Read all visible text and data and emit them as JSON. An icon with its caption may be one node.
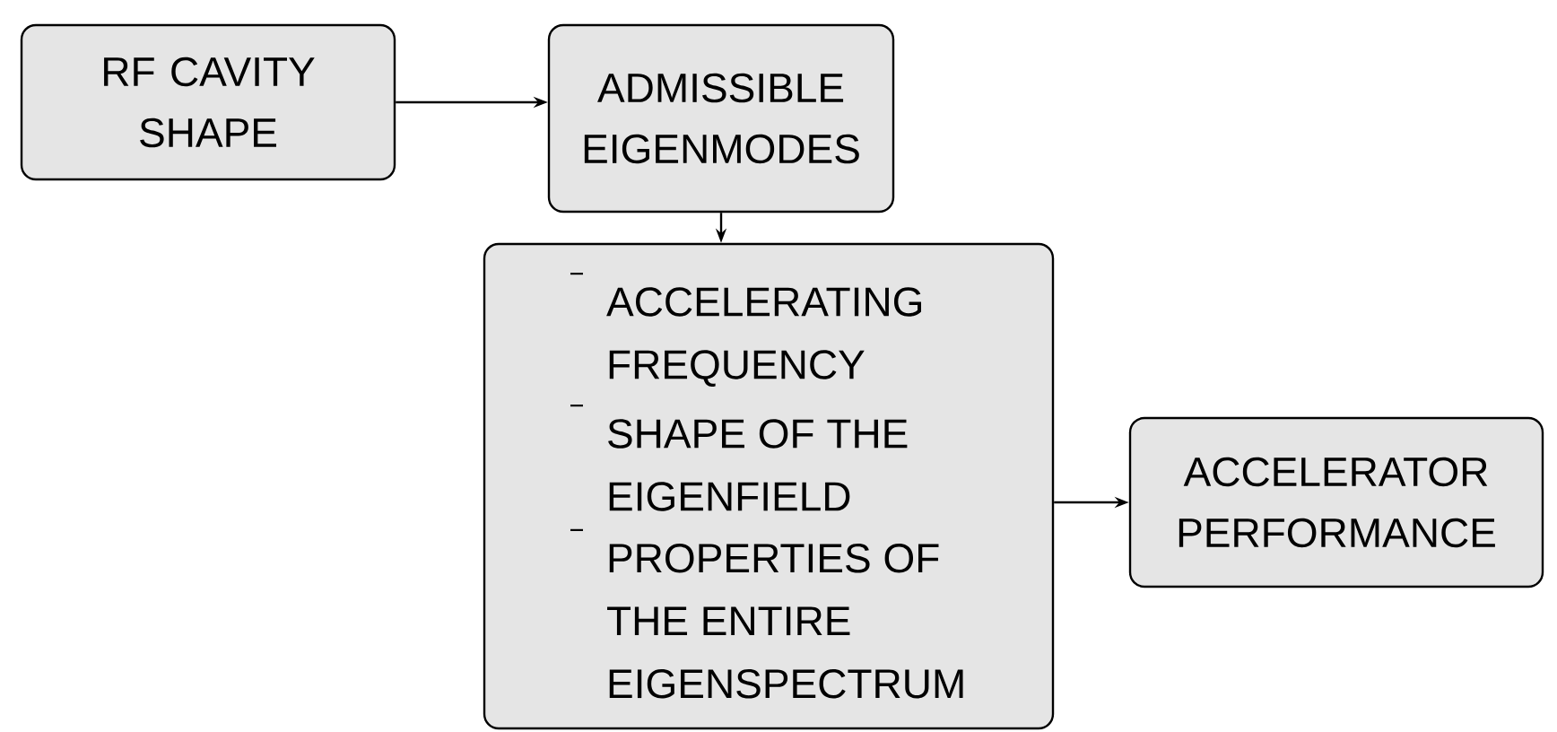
{
  "diagram": {
    "nodes": [
      {
        "text": [
          "RF CAVITY SHAPE"
        ]
      },
      {
        "text": [
          "ADMISSIBLE EIGENMODES"
        ]
      },
      {
        "text": [
          "ACCELERATING FREQUENCY",
          "SHAPE OF THE EIGENFIELD",
          "PROPERTIES OF THE ENTIRE EIGENSPECTRUM"
        ]
      },
      {
        "text": [
          "ACCELERATOR PERFORMANCE"
        ]
      }
    ],
    "edges": [
      {
        "from": 0,
        "to": 1,
        "arrow": "to"
      },
      {
        "from": 1,
        "to": 2,
        "arrow": "to"
      },
      {
        "from": 2,
        "to": 3,
        "arrow": "to"
      }
    ]
  }
}
